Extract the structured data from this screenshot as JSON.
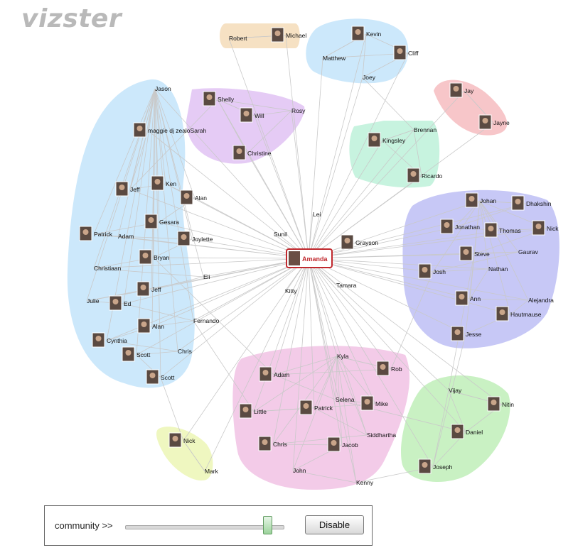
{
  "app": {
    "logo": "vizster"
  },
  "graph": {
    "center": {
      "name": "Amanda"
    },
    "communities": [
      {
        "color": "#cce8fb",
        "members": [
          "Jason",
          "maggie dj zealoSarah",
          "Jeff",
          "Ken",
          "Alan",
          "Gesara",
          "Patrick",
          "Adam",
          "Joylette",
          "Bryan",
          "Christiaan",
          "Eli",
          "Jeff",
          "Julie",
          "Ed",
          "Fernando",
          "Alan",
          "Cynthia",
          "Chris",
          "Scott",
          "Scott"
        ]
      },
      {
        "color": "#f6e1c3",
        "members": [
          "Robert",
          "Michael"
        ]
      },
      {
        "color": "#cce8fb",
        "members": [
          "Kevin",
          "Matthew",
          "Cliff",
          "Joey"
        ]
      },
      {
        "color": "#e5cbf5",
        "members": [
          "Shelly",
          "Will",
          "Rosy",
          "Christine"
        ]
      },
      {
        "color": "#f7c6c9",
        "members": [
          "Jay",
          "Jayne"
        ]
      },
      {
        "color": "#c7f3df",
        "members": [
          "Brennan",
          "Kingsley",
          "Ricardo"
        ]
      },
      {
        "color": "#c7c8f6",
        "members": [
          "Johan",
          "Dhakshin",
          "Jonathan",
          "Thomas",
          "Nick",
          "Steve",
          "Gaurav",
          "Josh",
          "Nathan",
          "Ann",
          "Alejandra",
          "Hautmause",
          "Jesse"
        ]
      },
      {
        "color": "#f3cbe8",
        "members": [
          "Kyla",
          "Rob",
          "Adam",
          "Selena",
          "Mike",
          "Little",
          "Patrick",
          "Siddhartha",
          "Chris",
          "Jacob",
          "John",
          "Kenny"
        ]
      },
      {
        "color": "#c9f1c3",
        "members": [
          "Vijay",
          "Nitin",
          "Daniel",
          "Joseph"
        ]
      },
      {
        "color": "#eff7c0",
        "members": [
          "Nick",
          "Mark"
        ]
      }
    ],
    "unclustered": [
      "Lei",
      "Sunil",
      "Grayson",
      "Kitty",
      "Tamara"
    ]
  },
  "controls": {
    "community_label": "community >>",
    "slider_value": 0.9,
    "disable_label": "Disable"
  }
}
